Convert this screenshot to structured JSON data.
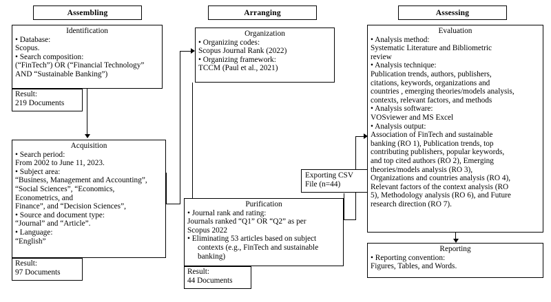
{
  "diagram": {
    "title": "Research methodology flowchart (Assembling, Arranging, Assessing)",
    "columns": [
      {
        "header": "Assembling",
        "boxes": [
          {
            "title": "Identification",
            "lines": [
              "•   Database:",
              "Scopus.",
              "•   Search composition:",
              "(“FinTech”) OR (“Financial Technology”",
              "AND “Sustainable Banking”)"
            ],
            "result_label": "Result:",
            "result_value": "219 Documents"
          },
          {
            "title": "Acquisition",
            "lines": [
              "•   Search period:",
              "From 2002  to June 11, 2023.",
              "•   Subject area:",
              "“Business, Management and Accounting”,",
              "“Social Sciences”, “Economics,",
              "Econometrics, and",
              "Finance”, and “Decision Sciences”,",
              "•   Source and document type:",
              "“Journal” and “Article”.",
              "•   Language:",
              "“English”"
            ],
            "result_label": "Result:",
            "result_value": "97 Documents"
          }
        ]
      },
      {
        "header": "Arranging",
        "boxes": [
          {
            "title": "Organization",
            "lines": [
              "•   Organizing codes:",
              "Scopus Journal Rank  (2022)",
              "•   Organizing framework:",
              "TCCM (Paul et al., 2021)"
            ]
          },
          {
            "title": "Purification",
            "lines": [
              "•   Journal rank and rating:",
              "Journals ranked “Q1” OR “Q2” as per",
              "Scopus 2022",
              "•   Eliminating  53 articles  based on subject contexts (e.g., FinTech and sustainable banking)"
            ],
            "result_label": "Result:",
            "result_value": "44 Documents"
          }
        ]
      },
      {
        "header": "Assessing",
        "boxes": [
          {
            "title": "Evaluation",
            "lines": [
              "•    Analysis method:",
              "Systematic Literature and Bibliometric",
              "review",
              "•   Analysis technique:",
              "Publication trends, authors, publishers,",
              "citations, keywords, organizations and",
              "countries , emerging theories/models analysis,",
              "contexts, relevant factors, and methods",
              "•   Analysis software:",
              "VOSviewer and MS Excel",
              "•   Analysis output:",
              "Association of FinTech and sustainable",
              "banking (RO 1), Publication trends, top",
              "contributing publishers, popular keywords,",
              "and top cited authors (RO 2), Emerging",
              "theories/models analysis (RO 3),",
              "Organizations and countries analysis (RO 4),",
              "Relevant factors of the context analysis (RO",
              "5), Methodology analysis (RO 6), and Future",
              "research direction (RO 7)."
            ]
          },
          {
            "title": "Reporting",
            "lines": [
              "•    Reporting convention:",
              "Figures, Tables, and Words."
            ]
          }
        ]
      }
    ],
    "connector_box": {
      "line1": "Exporting CSV",
      "line2": "File (n=44)"
    },
    "colors": {
      "stroke": "#000000",
      "background": "#ffffff",
      "text": "#000000"
    }
  }
}
